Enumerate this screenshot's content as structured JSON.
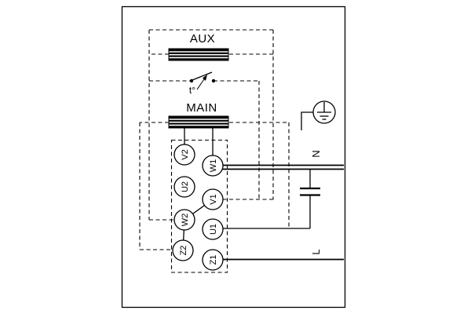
{
  "diagram": {
    "labels": {
      "aux_winding": "AUX",
      "main_winding": "MAIN",
      "thermal_switch": "t°",
      "neutral": "N",
      "live": "L"
    },
    "terminals": {
      "V2": "V2",
      "U2": "U2",
      "W2": "W2",
      "Z2": "Z2",
      "W1": "W1",
      "V1": "V1",
      "U1": "U1",
      "Z1": "Z1"
    },
    "colors": {
      "ink": "#000000",
      "background": "#ffffff"
    }
  }
}
